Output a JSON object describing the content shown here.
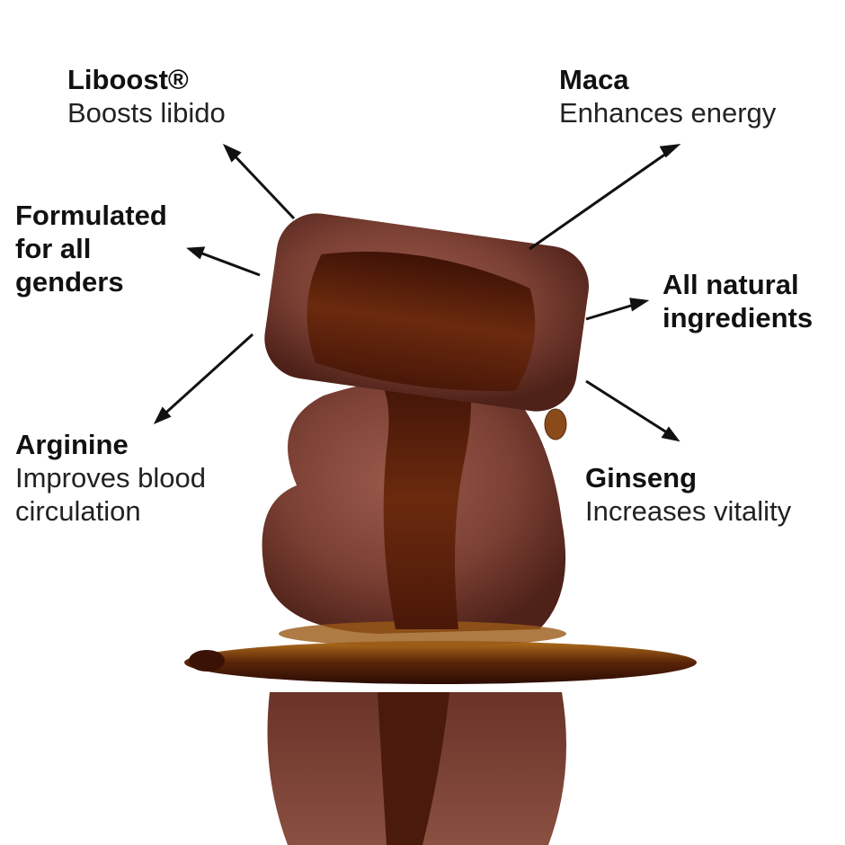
{
  "callouts": {
    "liboost": {
      "title": "Liboost®",
      "desc": "Boosts libido"
    },
    "maca": {
      "title": "Maca",
      "desc": "Enhances energy"
    },
    "genders": {
      "lines": [
        "Formulated",
        "for all",
        "genders"
      ]
    },
    "natural": {
      "lines": [
        "All natural",
        "ingredients"
      ]
    },
    "arginine": {
      "title": "Arginine",
      "desc_lines": [
        "Improves blood",
        "circulation"
      ]
    },
    "ginseng": {
      "title": "Ginseng",
      "desc": "Increases vitality"
    }
  },
  "colors": {
    "chocolate": "#7a3f33",
    "syrup": "#5a1e0c",
    "text": "#111111"
  }
}
